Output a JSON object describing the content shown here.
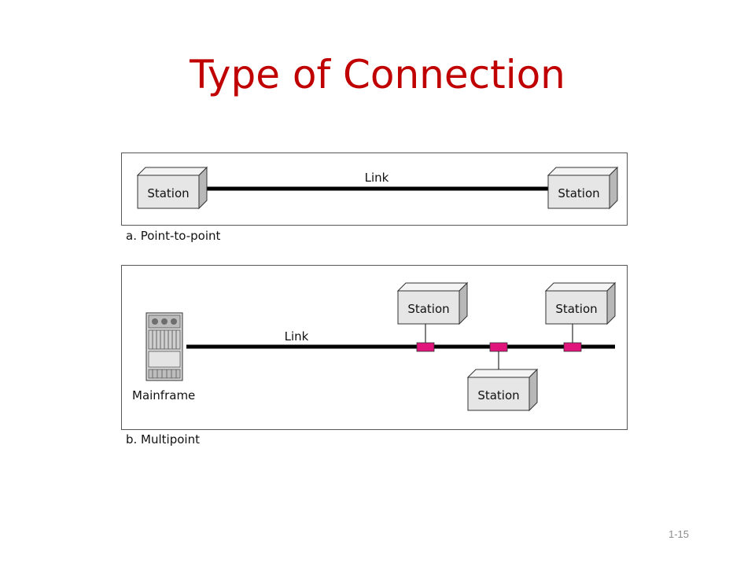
{
  "title": "Type of Connection",
  "point_to_point": {
    "caption": "a. Point-to-point",
    "link_label": "Link",
    "stations": [
      "Station",
      "Station"
    ]
  },
  "multipoint": {
    "caption": "b. Multipoint",
    "link_label": "Link",
    "mainframe_label": "Mainframe",
    "stations": [
      "Station",
      "Station",
      "Station"
    ]
  },
  "page_number": "1-15",
  "colors": {
    "title": "#c00000",
    "station_face": "#e6e6e6",
    "station_top": "#f4f4f4",
    "station_side": "#b8b8b8",
    "tap": "#e0147a",
    "link": "#000000"
  }
}
